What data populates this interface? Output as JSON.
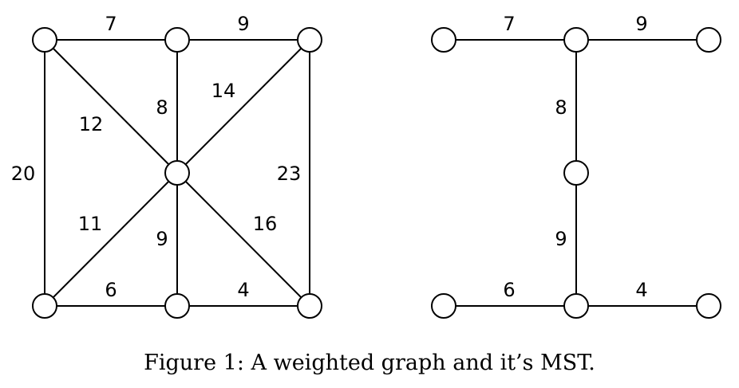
{
  "caption": "Figure 1: A weighted graph and it’s MST.",
  "graph": {
    "nodes": [
      "top-left",
      "top-mid",
      "top-right",
      "center",
      "bottom-left",
      "bottom-mid",
      "bottom-right"
    ],
    "edges": [
      {
        "from": "top-left",
        "to": "top-mid",
        "weight": "7"
      },
      {
        "from": "top-mid",
        "to": "top-right",
        "weight": "9"
      },
      {
        "from": "top-left",
        "to": "bottom-left",
        "weight": "20"
      },
      {
        "from": "top-left",
        "to": "center",
        "weight": "12"
      },
      {
        "from": "top-mid",
        "to": "center",
        "weight": "8"
      },
      {
        "from": "top-right",
        "to": "center",
        "weight": "14"
      },
      {
        "from": "top-right",
        "to": "bottom-right",
        "weight": "23"
      },
      {
        "from": "bottom-left",
        "to": "center",
        "weight": "11"
      },
      {
        "from": "bottom-mid",
        "to": "center",
        "weight": "9"
      },
      {
        "from": "bottom-right",
        "to": "center",
        "weight": "16"
      },
      {
        "from": "bottom-left",
        "to": "bottom-mid",
        "weight": "6"
      },
      {
        "from": "bottom-mid",
        "to": "bottom-right",
        "weight": "4"
      }
    ]
  },
  "mst": {
    "nodes": [
      "left-top",
      "hub-top",
      "right-top",
      "middle",
      "left-bottom",
      "hub-bottom",
      "right-bottom"
    ],
    "edges": [
      {
        "from": "left-top",
        "to": "hub-top",
        "weight": "7"
      },
      {
        "from": "hub-top",
        "to": "right-top",
        "weight": "9"
      },
      {
        "from": "hub-top",
        "to": "middle",
        "weight": "8"
      },
      {
        "from": "middle",
        "to": "hub-bottom",
        "weight": "9"
      },
      {
        "from": "left-bottom",
        "to": "hub-bottom",
        "weight": "6"
      },
      {
        "from": "hub-bottom",
        "to": "right-bottom",
        "weight": "4"
      }
    ]
  }
}
